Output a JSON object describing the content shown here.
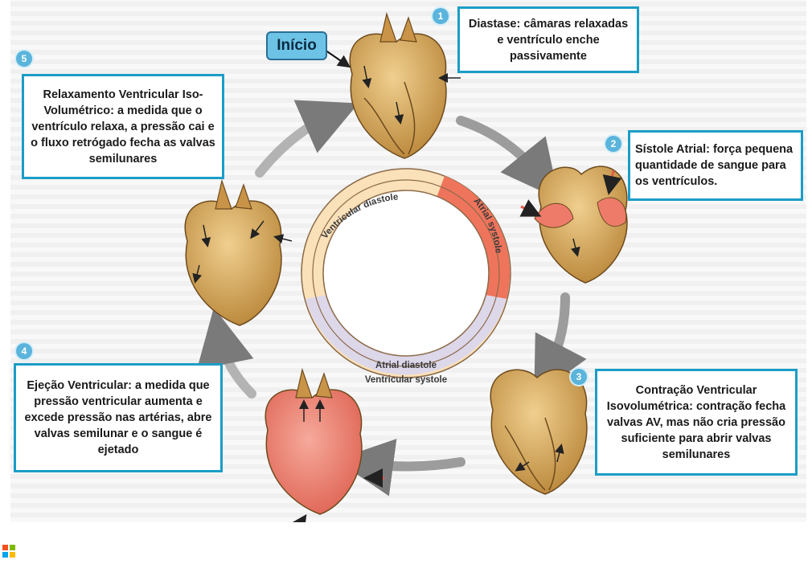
{
  "start_label": "Início",
  "steps": [
    {
      "number": "1",
      "text": "Diastase: câmaras relaxadas e ventrículo enche passivamente"
    },
    {
      "number": "2",
      "text": "Sístole Atrial: força pequena quantidade de sangue para os ventrículos."
    },
    {
      "number": "3",
      "text": "Contração Ventricular Isovolumétrica: contração fecha valvas AV, mas não cria pressão suficiente para abrir valvas semilunares"
    },
    {
      "number": "4",
      "text": "Ejeção Ventricular: a medida que pressão ventricular aumenta e excede pressão nas artérias, abre valvas semilunar e o sangue é ejetado"
    },
    {
      "number": "5",
      "text": "Relaxamento Ventricular Iso-Volumétrico: a medida que o ventrículo relaxa, a pressão cai e o fluxo retrógado fecha as valvas semilunares"
    }
  ],
  "cycle_ring": {
    "ventricular_diastole": "Ventricular diastole",
    "atrial_systole": "Atrial systole",
    "atrial_diastole": "Atrial diastole",
    "ventricular_systole": "Ventricular systole"
  },
  "colors": {
    "box_border": "#1b9dc7",
    "badge": "#5ab4dc",
    "ring_diastole": "#f9dcb0",
    "ring_atrial_systole": "#f0745a",
    "ring_ventricular_systole": "#d6d0e6",
    "heart_tissue": "#d4a35a",
    "heart_contracting": "#ee7b6a"
  }
}
